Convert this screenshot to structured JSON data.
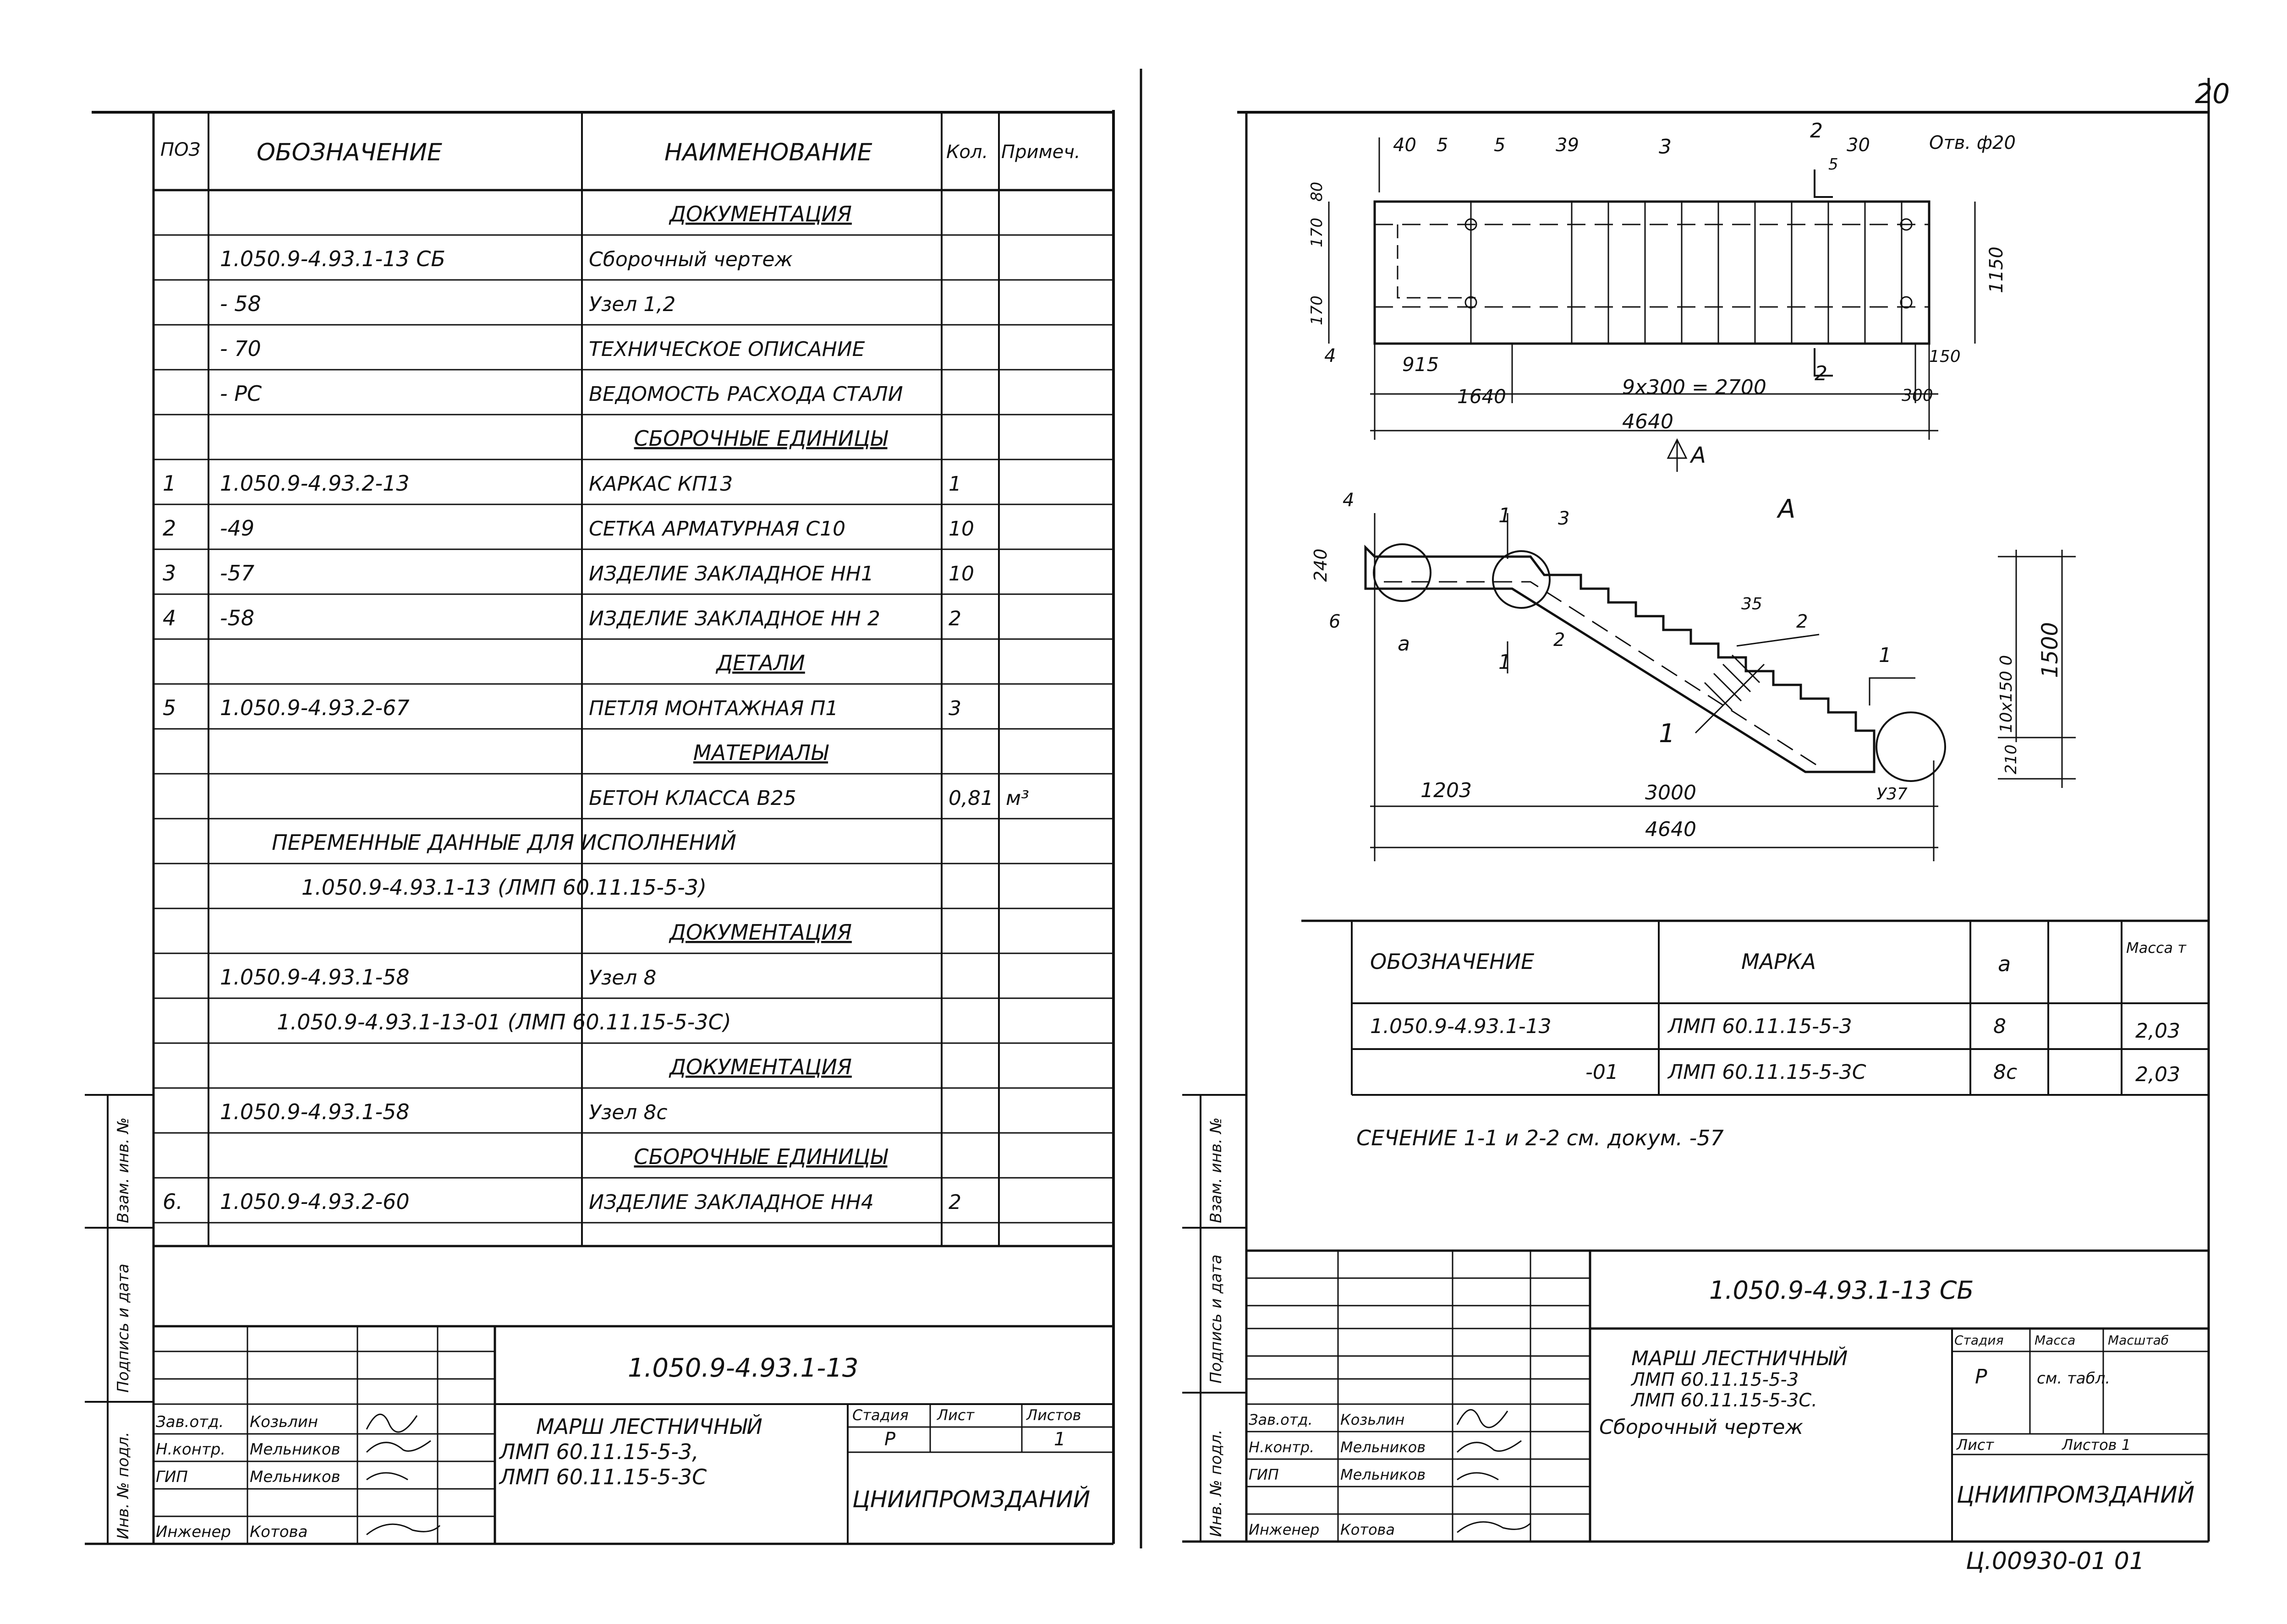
{
  "page_number": "20",
  "stamp_bottom_right": "Ц.00930-01 01",
  "left_sheet": {
    "headers": {
      "pos": "ПОЗ",
      "designation": "ОБОЗНАЧЕНИЕ",
      "name": "НАИМЕНОВАНИЕ",
      "qty": "Кол.",
      "note": "Примеч."
    },
    "rows": [
      {
        "pos": "",
        "designation": "",
        "name": "ДОКУМЕНТАЦИЯ",
        "qty": "",
        "note": "",
        "section": true
      },
      {
        "pos": "",
        "designation": "1.050.9-4.93.1-13 СБ",
        "name": "Сборочный чертеж",
        "qty": "",
        "note": ""
      },
      {
        "pos": "",
        "designation": "- 58",
        "name": "Узел 1,2",
        "qty": "",
        "note": ""
      },
      {
        "pos": "",
        "designation": "- 70",
        "name": "ТЕХНИЧЕСКОЕ ОПИСАНИЕ",
        "qty": "",
        "note": ""
      },
      {
        "pos": "",
        "designation": "- РС",
        "name": "ВЕДОМОСТЬ РАСХОДА СТАЛИ",
        "qty": "",
        "note": ""
      },
      {
        "pos": "",
        "designation": "",
        "name": "СБОРОЧНЫЕ ЕДИНИЦЫ",
        "qty": "",
        "note": "",
        "section": true
      },
      {
        "pos": "1",
        "designation": "1.050.9-4.93.2-13",
        "name": "КАРКАС КП13",
        "qty": "1",
        "note": ""
      },
      {
        "pos": "2",
        "designation": "-49",
        "name": "СЕТКА АРМАТУРНАЯ С10",
        "qty": "10",
        "note": ""
      },
      {
        "pos": "3",
        "designation": "-57",
        "name": "ИЗДЕЛИЕ ЗАКЛАДНОЕ НН1",
        "qty": "10",
        "note": ""
      },
      {
        "pos": "4",
        "designation": "-58",
        "name": "ИЗДЕЛИЕ ЗАКЛАДНОЕ НН 2",
        "qty": "2",
        "note": ""
      },
      {
        "pos": "",
        "designation": "",
        "name": "ДЕТАЛИ",
        "qty": "",
        "note": "",
        "section": true
      },
      {
        "pos": "5",
        "designation": "1.050.9-4.93.2-67",
        "name": "ПЕТЛЯ МОНТАЖНАЯ П1",
        "qty": "3",
        "note": ""
      },
      {
        "pos": "",
        "designation": "",
        "name": "МАТЕРИАЛЫ",
        "qty": "",
        "note": "",
        "section": true
      },
      {
        "pos": "",
        "designation": "",
        "name": "БЕТОН КЛАССА В25",
        "qty": "0,81",
        "note": "м³"
      },
      {
        "pos": "",
        "designation": "ПЕРЕМЕННЫЕ ДАННЫЕ ДЛЯ ИСПОЛНЕНИЙ",
        "name": "",
        "qty": "",
        "note": "",
        "span": true
      },
      {
        "pos": "",
        "designation": "1.050.9-4.93.1-13 (ЛМП 60.11.15-5-3)",
        "name": "",
        "qty": "",
        "note": "",
        "span": true
      },
      {
        "pos": "",
        "designation": "",
        "name": "ДОКУМЕНТАЦИЯ",
        "qty": "",
        "note": "",
        "section": true
      },
      {
        "pos": "",
        "designation": "1.050.9-4.93.1-58",
        "name": "Узел 8",
        "qty": "",
        "note": ""
      },
      {
        "pos": "",
        "designation": "1.050.9-4.93.1-13-01 (ЛМП 60.11.15-5-3С)",
        "name": "",
        "qty": "",
        "note": "",
        "span": true
      },
      {
        "pos": "",
        "designation": "",
        "name": "ДОКУМЕНТАЦИЯ",
        "qty": "",
        "note": "",
        "section": true
      },
      {
        "pos": "",
        "designation": "1.050.9-4.93.1-58",
        "name": "Узел 8с",
        "qty": "",
        "note": ""
      },
      {
        "pos": "",
        "designation": "",
        "name": "СБОРОЧНЫЕ ЕДИНИЦЫ",
        "qty": "",
        "note": "",
        "section": true
      },
      {
        "pos": "6.",
        "designation": "1.050.9-4.93.2-60",
        "name": "ИЗДЕЛИЕ ЗАКЛАДНОЕ НН4",
        "qty": "2",
        "note": ""
      }
    ],
    "side_labels": [
      "Взам. инв. №",
      "Подпись и дата",
      "Инв. № подл."
    ],
    "title_block": {
      "code": "1.050.9-4.93.1-13",
      "title_lines": [
        "МАРШ ЛЕСТНИЧНЫЙ",
        "ЛМП 60.11.15-5-3,",
        "ЛМП 60.11.15-5-3С"
      ],
      "stage_label": "Стадия",
      "sheet_label": "Лист",
      "sheets_label": "Листов",
      "stage": "Р",
      "sheets": "1",
      "org": "ЦНИИПРОМЗДАНИЙ",
      "people": [
        {
          "role": "Зав.отд.",
          "name": "Козьлин"
        },
        {
          "role": "Н.контр.",
          "name": "Мельников"
        },
        {
          "role": "ГИП",
          "name": "Мельников"
        },
        {
          "role": "Инженер",
          "name": "Котова"
        }
      ]
    }
  },
  "right_sheet": {
    "plan": {
      "dims": [
        "40",
        "5",
        "5",
        "39",
        "3",
        "2",
        "30",
        "5",
        "Отв. ф20",
        "80",
        "170",
        "170",
        "1150",
        "4",
        "915",
        "1640",
        "9х300 = 2700",
        "150",
        "300",
        "4640",
        "2",
        "А"
      ]
    },
    "section_view": {
      "title": "А",
      "labels": [
        "4",
        "1",
        "3",
        "240",
        "6",
        "а",
        "2",
        "1",
        "35",
        "2",
        "1",
        "1",
        "10х150 0",
        "1500",
        "210",
        "1203",
        "3000",
        "У37",
        "4640"
      ]
    },
    "variants_table": {
      "headers": [
        "ОБОЗНАЧЕНИЕ",
        "МАРКА",
        "а",
        "",
        "Масса т"
      ],
      "rows": [
        [
          "1.050.9-4.93.1-13",
          "ЛМП 60.11.15-5-3",
          "8",
          "",
          "2,03"
        ],
        [
          "-01",
          "ЛМП 60.11.15-5-3С",
          "8с",
          "",
          "2,03"
        ]
      ]
    },
    "note": "СЕЧЕНИЕ 1-1 и 2-2 см. докум. -57",
    "side_labels": [
      "Взам. инв. №",
      "Подпись и дата",
      "Инв. № подл."
    ],
    "title_block": {
      "code": "1.050.9-4.93.1-13 СБ",
      "title_lines": [
        "МАРШ ЛЕСТНИЧНЫЙ",
        "ЛМП 60.11.15-5-3",
        "ЛМП 60.11.15-5-3С.",
        "Сборочный чертеж"
      ],
      "stage_label": "Стадия",
      "mass_label": "Масса",
      "scale_label": "Масштаб",
      "stage": "Р",
      "mass": "см. табл.",
      "sheet_label": "Лист",
      "sheets_label": "Листов 1",
      "org": "ЦНИИПРОМЗДАНИЙ",
      "people": [
        {
          "role": "Зав.отд.",
          "name": "Козьлин"
        },
        {
          "role": "Н.контр.",
          "name": "Мельников"
        },
        {
          "role": "ГИП",
          "name": "Мельников"
        },
        {
          "role": "Инженер",
          "name": "Котова"
        }
      ]
    }
  }
}
